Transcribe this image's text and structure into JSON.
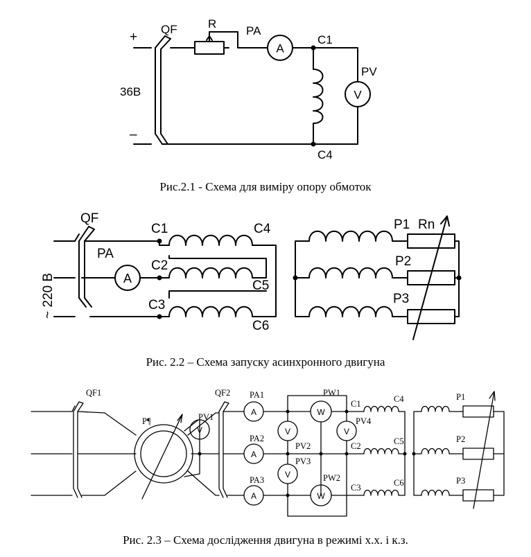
{
  "fig1": {
    "caption": "Рис.2.1 - Схема для виміру опору обмоток",
    "plus": "+",
    "minus": "–",
    "voltage": "36В",
    "qf": "QF",
    "r": "R",
    "pa": "PA",
    "pv": "PV",
    "c1": "C1",
    "c4": "C4",
    "ammeter": "A",
    "voltmeter": "V"
  },
  "fig2": {
    "caption": "Рис. 2.2 – Схема запуску асинхронного двигуна",
    "qf": "QF",
    "pa": "PA",
    "voltage": "~ 220 В",
    "ammeter": "A",
    "c1": "C1",
    "c2": "C2",
    "c3": "C3",
    "c4": "C4",
    "c5": "C5",
    "c6": "C6",
    "p1": "P1",
    "p2": "P2",
    "p3": "P3",
    "rn": "Rn"
  },
  "fig3": {
    "caption": "Рис. 2.3 – Схема дослідження двигуна в режимі х.х. і к.з.",
    "qf1": "QF1",
    "qf2": "QF2",
    "regulator": "P¶",
    "pv1": "PV1",
    "pv2": "PV2",
    "pv3": "PV3",
    "pv4": "PV4",
    "pa1": "PA1",
    "pa2": "PA2",
    "pa3": "PA3",
    "pw1": "PW1",
    "pw2": "PW2",
    "c1": "C1",
    "c2": "C2",
    "c3": "C3",
    "c4": "C4",
    "c5": "C5",
    "c6": "C6",
    "p1": "P1",
    "p2": "P2",
    "p3": "P3",
    "ammeter": "A",
    "voltmeter": "V",
    "wattmeter": "W"
  }
}
